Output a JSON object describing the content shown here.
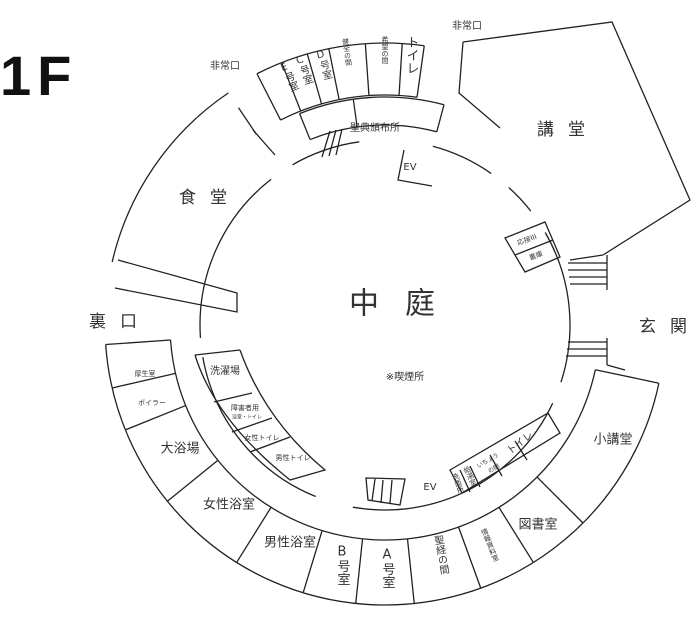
{
  "floor_label": "1F",
  "areas": {
    "courtyard": "中庭",
    "smoking": "※喫煙所",
    "dining": "食堂",
    "auditorium": "講堂",
    "back_entrance": "裏口",
    "entrance": "玄関",
    "emergency_exit_left": "非常口",
    "emergency_exit_right": "非常口"
  },
  "top_rooms": [
    "E号室",
    "C号室",
    "D号室",
    "健全の間",
    "希望の間",
    "トイレ"
  ],
  "inner_top": {
    "scripture": "聖典頒布所",
    "ev": "EV"
  },
  "right_small": {
    "reception": "応接III",
    "library_small": "書庫"
  },
  "bottom_rooms": [
    "厚生室",
    "ボイラー",
    "大浴場",
    "女性浴室",
    "男性浴室",
    "B号室",
    "A号室",
    "聖経の間",
    "情報資料室",
    "図書室",
    "小講堂"
  ],
  "inner_left": {
    "laundry": "洗濯場",
    "accessible": "障害者用",
    "accessible_sub": "浴室・トイレ",
    "women_toilet": "女性トイレ",
    "men_toilet": "男性トイレ"
  },
  "inner_bottom": {
    "ev": "EV",
    "washroom": "洗面所",
    "kitchenette": "給湯室",
    "icho_top": "いちょう",
    "icho_bottom": "の間",
    "toilet": "トイレ"
  }
}
